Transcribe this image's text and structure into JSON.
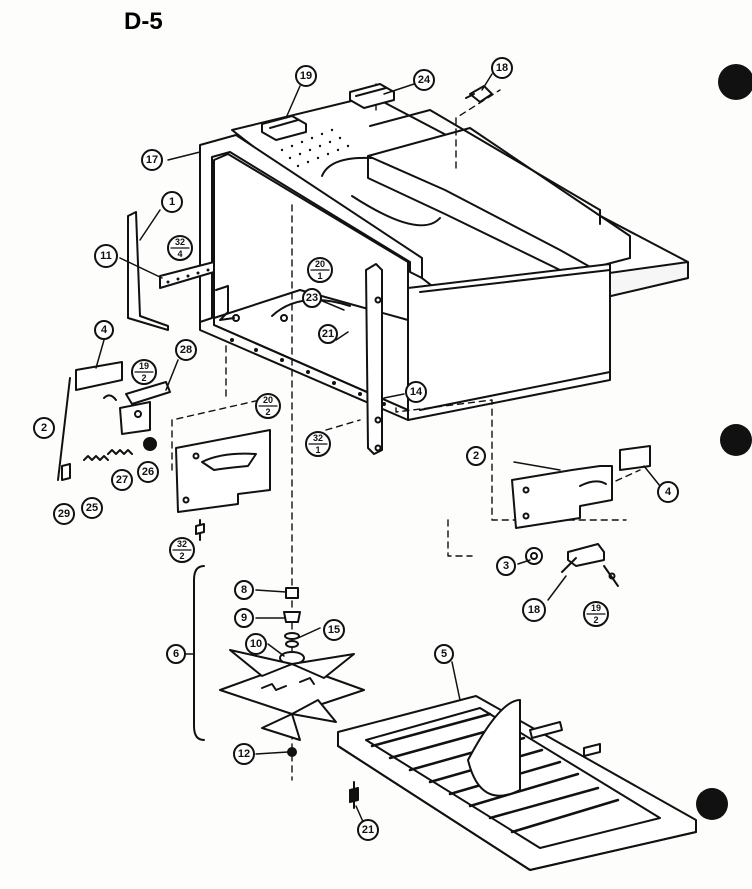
{
  "page": {
    "title": "D-5"
  },
  "callouts": {
    "c1": "1",
    "c2a": "2",
    "c2b": "2",
    "c3": "3",
    "c4a": "4",
    "c4b": "4",
    "c5": "5",
    "c6": "6",
    "c8": "8",
    "c9": "9",
    "c10": "10",
    "c11": "11",
    "c12": "12",
    "c14": "14",
    "c15": "15",
    "c17": "17",
    "c18a": "18",
    "c18b": "18",
    "c19": "19",
    "c21a": "21",
    "c21b": "21",
    "c23": "23",
    "c24": "24",
    "c25": "25",
    "c26": "26",
    "c27": "27",
    "c28": "28",
    "c29": "29"
  },
  "fractions": {
    "f32_4": {
      "num": "32",
      "den": "4"
    },
    "f20_1": {
      "num": "20",
      "den": "1"
    },
    "f19_2a": {
      "num": "19",
      "den": "2"
    },
    "f20_2": {
      "num": "20",
      "den": "2"
    },
    "f32_1": {
      "num": "32",
      "den": "1"
    },
    "f32_2": {
      "num": "32",
      "den": "2"
    },
    "f19_2b": {
      "num": "19",
      "den": "2"
    }
  },
  "colors": {
    "ink": "#111111",
    "paper": "#fdfdfc"
  }
}
